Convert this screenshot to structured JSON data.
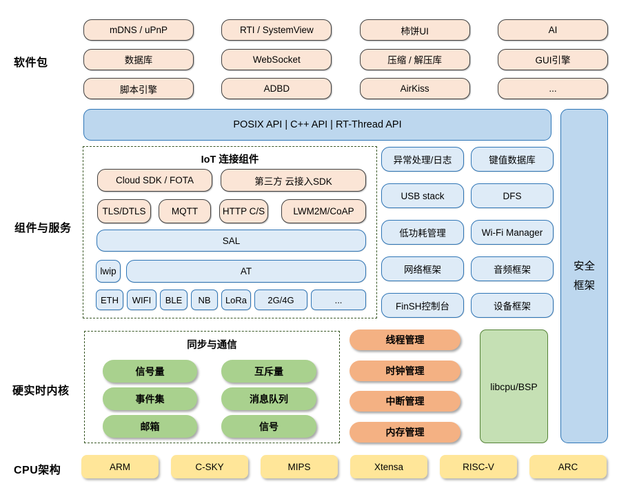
{
  "labels": {
    "software_packages": "软件包",
    "components_services": "组件与服务",
    "kernel": "硬实时内核",
    "cpu_arch": "CPU架构"
  },
  "software_packages": {
    "items": [
      "mDNS / uPnP",
      "RTI / SystemView",
      "柿饼UI",
      "AI",
      "数据库",
      "WebSocket",
      "压缩 / 解压库",
      "GUI引擎",
      "脚本引擎",
      "ADBD",
      "AirKiss",
      "..."
    ]
  },
  "api_layer": {
    "label": "POSIX API  |  C++ API  |  RT-Thread API"
  },
  "security_framework": {
    "line1": "安全",
    "line2": "框架"
  },
  "iot": {
    "title": "IoT 连接组件",
    "cloud_boxes": [
      "Cloud SDK / FOTA",
      "第三方 云接入SDK"
    ],
    "protocol_boxes": [
      "TLS/DTLS",
      "MQTT",
      "HTTP C/S",
      "LWM2M/CoAP"
    ],
    "sal": "SAL",
    "lwip": "lwip",
    "at": "AT",
    "links": [
      "ETH",
      "WIFI",
      "BLE",
      "NB",
      "LoRa",
      "2G/4G",
      "..."
    ]
  },
  "services": {
    "items": [
      "异常处理/日志",
      "键值数据库",
      "USB stack",
      "DFS",
      "低功耗管理",
      "Wi-Fi Manager",
      "网络框架",
      "音频框架",
      "FinSH控制台",
      "设备框架"
    ]
  },
  "sync_comm": {
    "title": "同步与通信",
    "items": [
      "信号量",
      "互斥量",
      "事件集",
      "消息队列",
      "邮箱",
      "信号"
    ]
  },
  "kernel_mgmt": {
    "items": [
      "线程管理",
      "时钟管理",
      "中断管理",
      "内存管理"
    ]
  },
  "libcpu": {
    "label": "libcpu/BSP"
  },
  "cpu_architectures": {
    "items": [
      "ARM",
      "C-SKY",
      "MIPS",
      "Xtensa",
      "RISC-V",
      "ARC"
    ]
  },
  "colors": {
    "peach_fill": "#FBE5D6",
    "peach_border": "#404040",
    "blue_bar_fill": "#BDD7EE",
    "blue_light_fill": "#DEEBF7",
    "blue_border": "#2E75B6",
    "dash_border": "#375623",
    "green_pill": "#A9D18E",
    "orange_pill": "#F4B183",
    "libcpu_fill": "#C5E0B4",
    "libcpu_border": "#538135",
    "yellow_fill": "#FFE699"
  }
}
